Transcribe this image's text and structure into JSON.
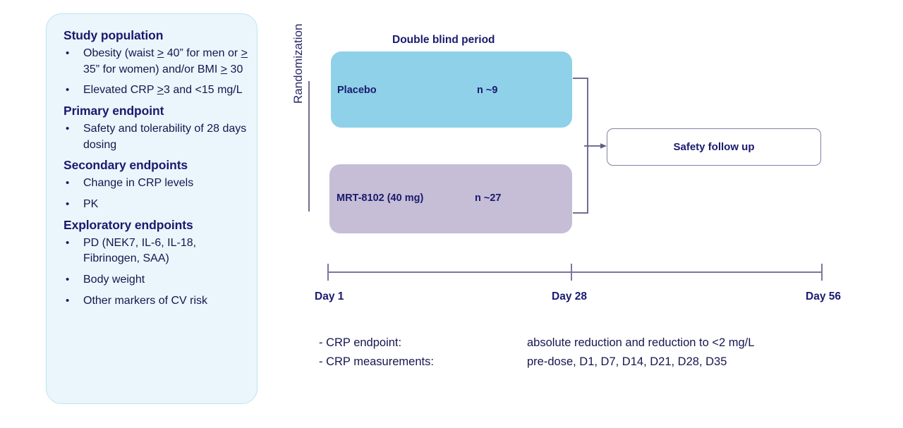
{
  "study_panel": {
    "sections": [
      {
        "heading": "Study population",
        "bullets": [
          "Obesity (waist <u>&gt;</u> 40” for men or <u>&gt;</u> 35” for women) and/or BMI <u>&gt;</u> 30",
          "Elevated CRP <u>&gt;</u>3 and &lt;15 mg/L"
        ]
      },
      {
        "heading": "Primary endpoint",
        "bullets": [
          "Safety and tolerability of 28 days dosing"
        ]
      },
      {
        "heading": "Secondary endpoints",
        "bullets": [
          "Change in CRP levels",
          "PK"
        ]
      },
      {
        "heading": "Exploratory endpoints",
        "bullets": [
          "PD (NEK7, IL-6, IL-18, Fibrinogen, SAA)",
          "Body weight",
          "Other markers of CV risk"
        ]
      }
    ],
    "bullet_glyph": "•"
  },
  "diagram": {
    "double_blind_title": "Double blind period",
    "randomization_label": "Randomization",
    "arms": [
      {
        "name": "Placebo",
        "n_label": "n ~9",
        "color": "#8ed1e8"
      },
      {
        "name": "MRT-8102 (40 mg)",
        "n_label": "n ~27",
        "color": "#c6bdd6"
      }
    ],
    "safety_followup_label": "Safety follow up",
    "connector_color": "#6f6f93"
  },
  "timeline": {
    "axis_color": "#7878a0",
    "ticks": [
      {
        "label": "Day 1",
        "day": 1
      },
      {
        "label": "Day 28",
        "day": 28
      },
      {
        "label": "Day 56",
        "day": 56
      }
    ]
  },
  "footnotes": [
    {
      "key": "- CRP endpoint:",
      "value": "absolute reduction and reduction to <2 mg/L"
    },
    {
      "key": "- CRP measurements:",
      "value": "pre-dose, D1, D7, D14, D21, D28, D35"
    }
  ],
  "chart_data": {
    "type": "table",
    "title": "MRT-8102 Phase 1 study design schematic",
    "arms": [
      "Placebo",
      "MRT-8102 (40 mg)"
    ],
    "n": [
      9,
      27
    ],
    "timeline_days": [
      1,
      28,
      56
    ],
    "double_blind_period_days": [
      1,
      28
    ],
    "safety_followup_days": [
      28,
      56
    ]
  }
}
